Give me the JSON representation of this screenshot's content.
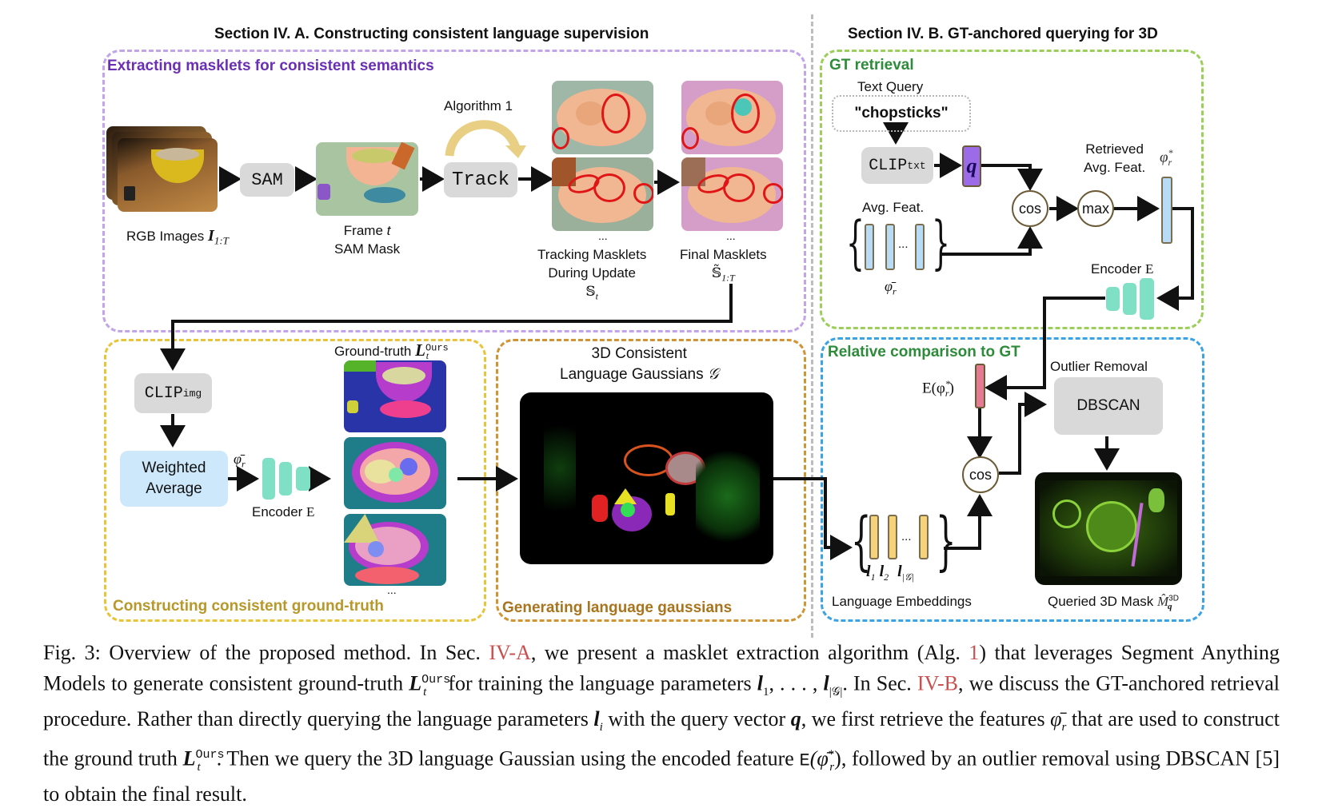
{
  "sections": {
    "a_title": "Section IV. A.  Constructing consistent language supervision",
    "b_title": "Section IV. B. GT-anchored querying for 3D"
  },
  "colors": {
    "purple_box": "#c3a4e8",
    "purple_title": "#6a2fb4",
    "yellow_box": "#e8c43a",
    "yellow_title": "#b8982a",
    "orange_box": "#cf9535",
    "orange_title": "#a8741e",
    "green_box": "#9ccf5a",
    "green_title": "#2e8b3a",
    "blue_box": "#3aa3e3",
    "link_red": "#c9504f",
    "encoder_teal": "#7fe0c6",
    "query_purple": "#9b6be8",
    "embed_pink": "#e57a93"
  },
  "masklets": {
    "title": "Extracting masklets for consistent semantics",
    "rgb_label": "RGB Images ",
    "rgb_math": "I",
    "rgb_sub": "1:T",
    "sam_label": "SAM",
    "frame_label_1": "Frame ",
    "frame_label_t": "t",
    "frame_label_2": "SAM Mask",
    "algorithm_label": "Algorithm 1",
    "track_label": "Track",
    "tracking_label_1": "Tracking Masklets",
    "tracking_label_2": "During Update",
    "tracking_math": "𝕊",
    "tracking_sub": "t",
    "final_label": "Final Masklets",
    "final_math": "𝕊̃",
    "final_sub": "1:T",
    "ellipsis": "..."
  },
  "ground_truth": {
    "title": "Constructing consistent ground-truth",
    "clip_label": "CLIP",
    "clip_sup": "img",
    "weighted_1": "Weighted",
    "weighted_2": "Average",
    "phi_bar": "φ̄",
    "phi_sub": "r",
    "encoder_label": "Encoder ",
    "encoder_E": "E",
    "gt_label": "Ground-truth ",
    "gt_math": "L",
    "gt_sup": "Ours",
    "gt_sub": "t",
    "ellipsis": "..."
  },
  "gaussians": {
    "title": "Generating language gaussians",
    "label_1": "3D Consistent",
    "label_2": "Language Gaussians ",
    "label_G": "𝒢"
  },
  "gt_retrieval": {
    "title": "GT retrieval",
    "text_query_label": "Text Query",
    "query_value": "\"chopsticks\"",
    "clip_label": "CLIP",
    "clip_sup": "txt",
    "q_label": "q",
    "avg_feat_label": "Avg. Feat.",
    "phi_bar": "φ̄",
    "phi_sub": "r",
    "cos_label": "cos",
    "max_label": "max",
    "retrieved_1": "Retrieved",
    "retrieved_2": "Avg. Feat.",
    "phi_star": "φ",
    "phi_star_sup": "*",
    "phi_star_sub": "r",
    "encoder_label": "Encoder ",
    "encoder_E": "E",
    "ellipsis": "..."
  },
  "comparison": {
    "title": "Relative comparison to GT",
    "e_phi": "E(φ",
    "e_phi_sup": "*",
    "e_phi_sub": "r",
    "e_phi_close": ")",
    "cos_label": "cos",
    "outlier_label": "Outlier Removal",
    "dbscan_label": "DBSCAN",
    "l1": "l",
    "l1_sub": "1",
    "l2": "l",
    "l2_sub": "2",
    "lg": "l",
    "lg_sub": "|𝒢|",
    "ellipsis": "...",
    "embeddings_label": "Language Embeddings",
    "queried_label": "Queried 3D Mask ",
    "queried_math": "M̂",
    "queried_sup": "3D",
    "queried_sub": "q"
  },
  "caption": {
    "p1": "Fig. 3: Overview of the proposed method. In Sec. ",
    "ref_a": "IV-A",
    "p2": ", we present a masklet extraction algorithm (Alg. ",
    "ref_alg": "1",
    "p3": ") that leverages Segment Anything Models to generate consistent ground-truth ",
    "L": "L",
    "L_sup": "Ours",
    "L_sub": "t",
    "p4": " for training the language parameters ",
    "l1": "l",
    "l1_sub": "1",
    "dots": ", . . . , ",
    "lg": "l",
    "lg_sub": "|𝒢|",
    "p5": ". In Sec. ",
    "ref_b": "IV-B",
    "p6": ", we discuss the GT-anchored retrieval procedure. Rather than directly querying the language parameters ",
    "li": "l",
    "li_sub": "i",
    "p7": " with the query vector ",
    "q": "q",
    "p8": ", we first retrieve the features ",
    "phi": "φ̄",
    "phi_sub": "r",
    "p9": " that are used to construct the ground truth ",
    "L2": "L",
    "L2_sup": "Ours",
    "L2_sub": "t",
    "p10": ". Then we query the 3D language Gaussian using the encoded feature ",
    "E": "E",
    "ephi": "(φ̄",
    "ephi_sup": "*",
    "ephi_sub": "r",
    "ephi_close": ")",
    "p11": ", followed by an outlier removal using DBSCAN [5] to obtain the final result."
  }
}
